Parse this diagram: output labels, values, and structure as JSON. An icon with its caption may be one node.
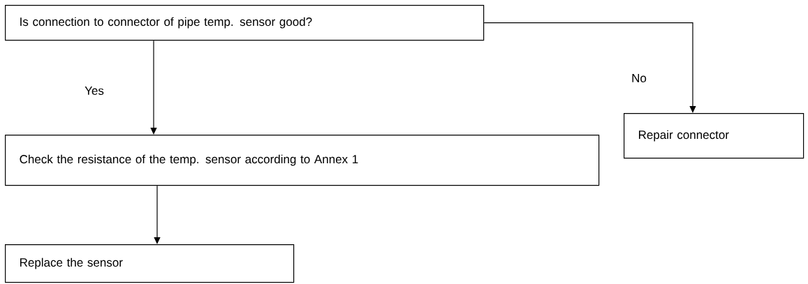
{
  "diagram": {
    "nodes": [
      {
        "text": [
          "Is connection to connector of pipe temp. sensor good?"
        ]
      },
      {
        "text": [
          "Repair connector"
        ]
      },
      {
        "text": [
          "Check the resistance of the temp. sensor according to Annex 1"
        ]
      },
      {
        "text": [
          "Replace the sensor"
        ]
      }
    ],
    "edges": [
      {
        "from": 0,
        "to": 1,
        "arrow": "to",
        "label": "No"
      },
      {
        "from": 0,
        "to": 2,
        "arrow": "to",
        "label": "Yes"
      },
      {
        "from": 2,
        "to": 3,
        "arrow": "to"
      }
    ]
  }
}
